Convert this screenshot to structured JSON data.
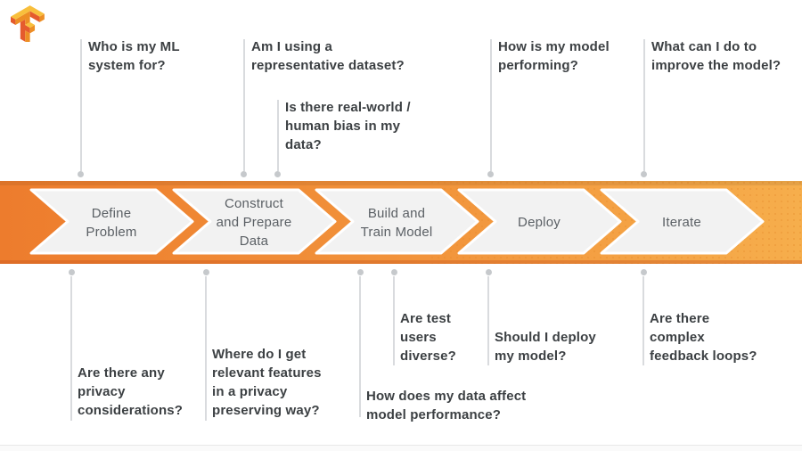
{
  "slide": {
    "logo": {
      "label": "TensorFlow logo"
    },
    "flow_band": {
      "gradient_start": "#ED7C2D",
      "gradient_end": "#F6AE4C",
      "chevron_fill": "#F2F2F2",
      "chevron_outline": "#FFFFFF",
      "chevron_text_color": "#5B6065",
      "steps": [
        {
          "label": "Define\nProblem"
        },
        {
          "label": "Construct\nand Prepare\nData"
        },
        {
          "label": "Build and\nTrain Model"
        },
        {
          "label": "Deploy"
        },
        {
          "label": "Iterate"
        }
      ]
    },
    "questions": {
      "top": [
        {
          "text": "Who is my ML\nsystem for?"
        },
        {
          "text": "Am I using a\nrepresentative dataset?"
        },
        {
          "text": "Is there real-world /\nhuman bias in my\ndata?"
        },
        {
          "text": "How is my model\nperforming?"
        },
        {
          "text": "What can I do to\nimprove the model?"
        }
      ],
      "bottom": [
        {
          "text": "Are there any\nprivacy\nconsiderations?"
        },
        {
          "text": "Where do I get\nrelevant features\nin a privacy\npreserving way?"
        },
        {
          "text": "How does my data affect\nmodel performance?"
        },
        {
          "text": "Are test\nusers\ndiverse?"
        },
        {
          "text": "Should I deploy\nmy model?"
        },
        {
          "text": "Are there\ncomplex\nfeedback loops?"
        }
      ]
    },
    "logo_colors": {
      "dark": "#E55B2D",
      "mid": "#ED8E24",
      "light": "#F8BF3C"
    }
  }
}
